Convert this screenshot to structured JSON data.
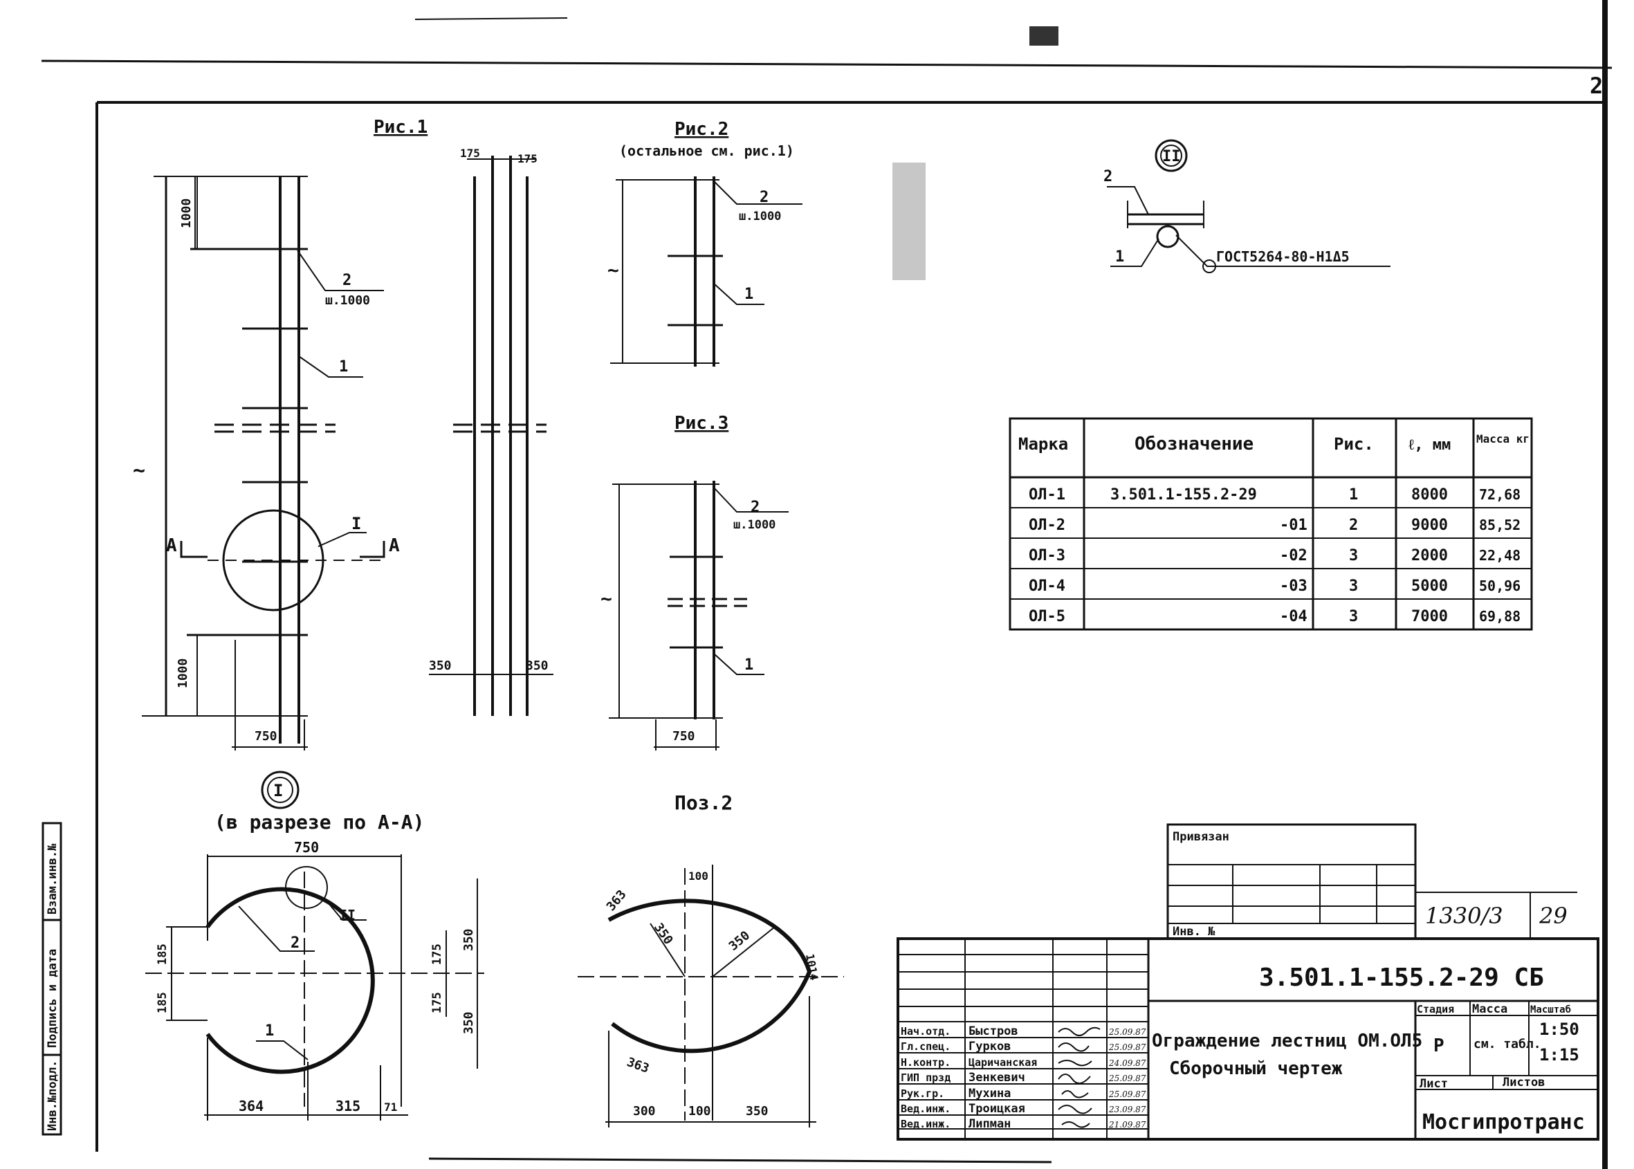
{
  "sheet_corner_number": "2",
  "fig1": {
    "title": "Рис.1",
    "len_top": "1000",
    "len_bottom": "1000",
    "width": "750",
    "label_pos": "1",
    "label_rail": "2",
    "label_rail_sub": "ш.1000",
    "section_label": "А",
    "callout": "I"
  },
  "rail_section": {
    "dim_a": "175",
    "dim_b": "175",
    "dim_c": "350",
    "dim_d": "350"
  },
  "fig2": {
    "title": "Рис.2",
    "subtitle": "(остальное см. рис.1)",
    "label_rail": "2",
    "label_rail_sub": "ш.1000",
    "label_pos": "1"
  },
  "fig3": {
    "title": "Рис.3",
    "label_rail": "2",
    "label_rail_sub": "ш.1000",
    "label_pos": "1",
    "width": "750"
  },
  "detail_II": {
    "mark": "II",
    "label_2": "2",
    "label_1": "1",
    "weld_note": "ГОСТ5264-80-Н1Δ5"
  },
  "section_I": {
    "mark": "I",
    "subtitle": "(в разрезе по А-А)",
    "width": "750",
    "label_2": "2",
    "label_1": "1",
    "callout": "II",
    "dims_left": [
      "185",
      "185"
    ],
    "dims_right": [
      "175",
      "175"
    ],
    "dims_far": [
      "350",
      "350"
    ],
    "dims_bottom": [
      "364",
      "315",
      "71"
    ]
  },
  "poz2": {
    "title": "Поз.2",
    "d_100_top": "100",
    "r1": "350",
    "r2": "350",
    "d_363_a": "363",
    "d_363_b": "363",
    "d_1014": "1014",
    "dims_bottom": [
      "300",
      "100",
      "350"
    ]
  },
  "spec_table": {
    "headers": [
      "Марка",
      "Обозначение",
      "Рис.",
      "ℓ, мм",
      "Масса кг"
    ],
    "rows": [
      [
        "ОЛ-1",
        "3.501.1-155.2-29",
        "1",
        "8000",
        "72,68"
      ],
      [
        "ОЛ-2",
        "-01",
        "2",
        "9000",
        "85,52"
      ],
      [
        "ОЛ-3",
        "-02",
        "3",
        "2000",
        "22,48"
      ],
      [
        "ОЛ-4",
        "-03",
        "3",
        "5000",
        "50,96"
      ],
      [
        "ОЛ-5",
        "-04",
        "3",
        "7000",
        "69,88"
      ]
    ]
  },
  "side_stamp": [
    "Инв.№подл.",
    "Подпись и дата",
    "Взам.инв.№"
  ],
  "title_block": {
    "privyazan": "Привязан",
    "inv_no": "Инв. №",
    "handwritten_number": "1330/3",
    "handwritten_sheet": "29",
    "doc_code": "3.501.1-155.2-29 СБ",
    "name_line1": "Ограждение лестниц ОМ.ОЛ5",
    "name_line2": "Сборочный чертеж",
    "stage_hdr": "Стадия",
    "mass_hdr": "Масса",
    "scale_hdr": "Масштаб",
    "stage_val": "Р",
    "mass_val": "см. табл.",
    "scale_val1": "1:50",
    "scale_val2": "1:15",
    "sheet_hdr": "Лист",
    "sheets_hdr": "Листов",
    "org": "Мосгипротранс",
    "people": [
      {
        "role": "Нач.отд.",
        "name": "Быстров",
        "date": "25.09.87"
      },
      {
        "role": "Гл.спец.",
        "name": "Гурков",
        "date": "25.09.87"
      },
      {
        "role": "Н.контр.",
        "name": "Царичанская",
        "date": "24.09.87"
      },
      {
        "role": "ГИП прзд",
        "name": "Зенкевич",
        "date": "25.09.87"
      },
      {
        "role": "Рук.гр.",
        "name": "Мухина",
        "date": "25.09.87"
      },
      {
        "role": "Вед.инж.",
        "name": "Троицкая",
        "date": "23.09.87"
      },
      {
        "role": "Вед.инж.",
        "name": "Липман",
        "date": "21.09.87"
      }
    ]
  }
}
